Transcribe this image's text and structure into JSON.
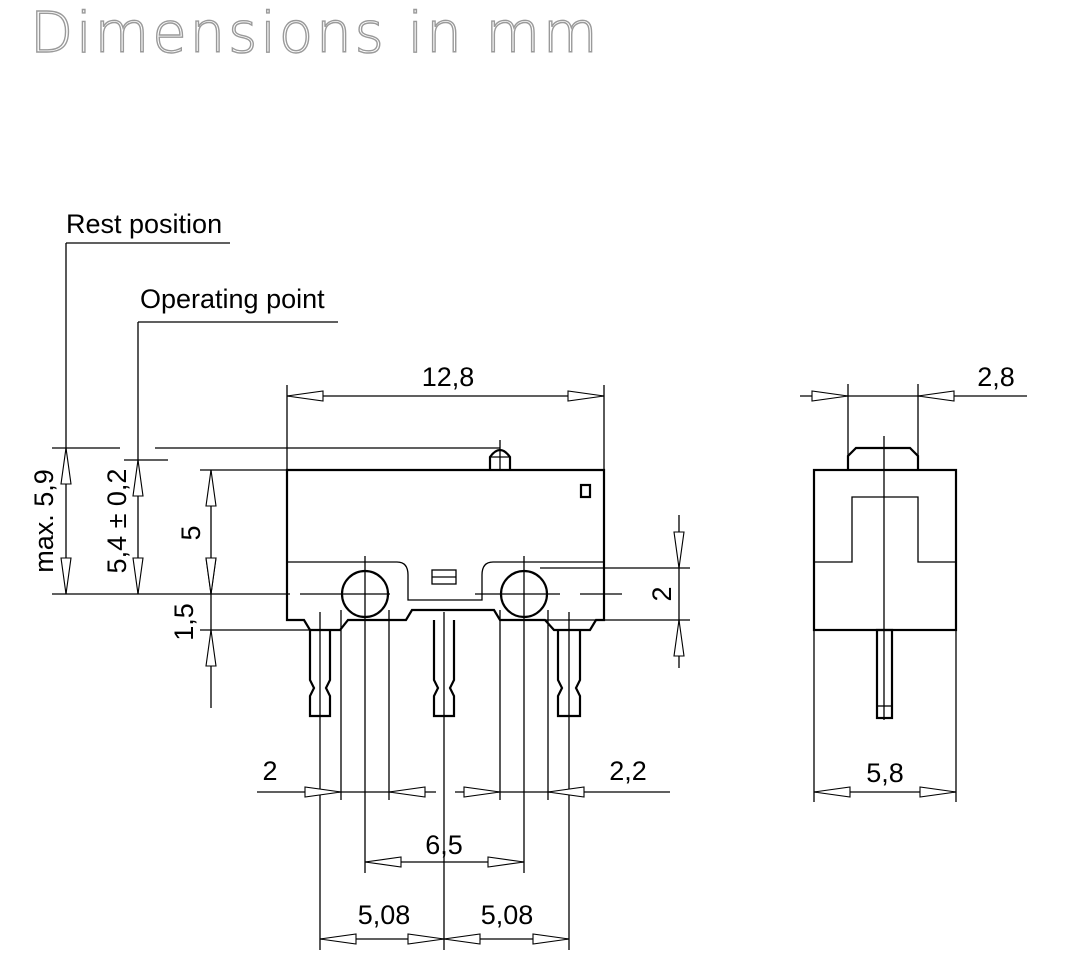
{
  "title": "Dimensions in mm",
  "labels": {
    "rest_position": "Rest position",
    "operating_point": "Operating point"
  },
  "dimensions": {
    "length": "12,8",
    "height_max": "max. 5,9",
    "operating_height": "5,4 ± 0,2",
    "body_height": "5",
    "pin_offset_height": "1,5",
    "hole_diameter": "2",
    "pin_left": "2",
    "pin_right": "2,2",
    "hole_spacing": "6,5",
    "pin_pitch_left": "5,08",
    "pin_pitch_right": "5,08",
    "actuator_width": "2,8",
    "side_width": "5,8"
  }
}
